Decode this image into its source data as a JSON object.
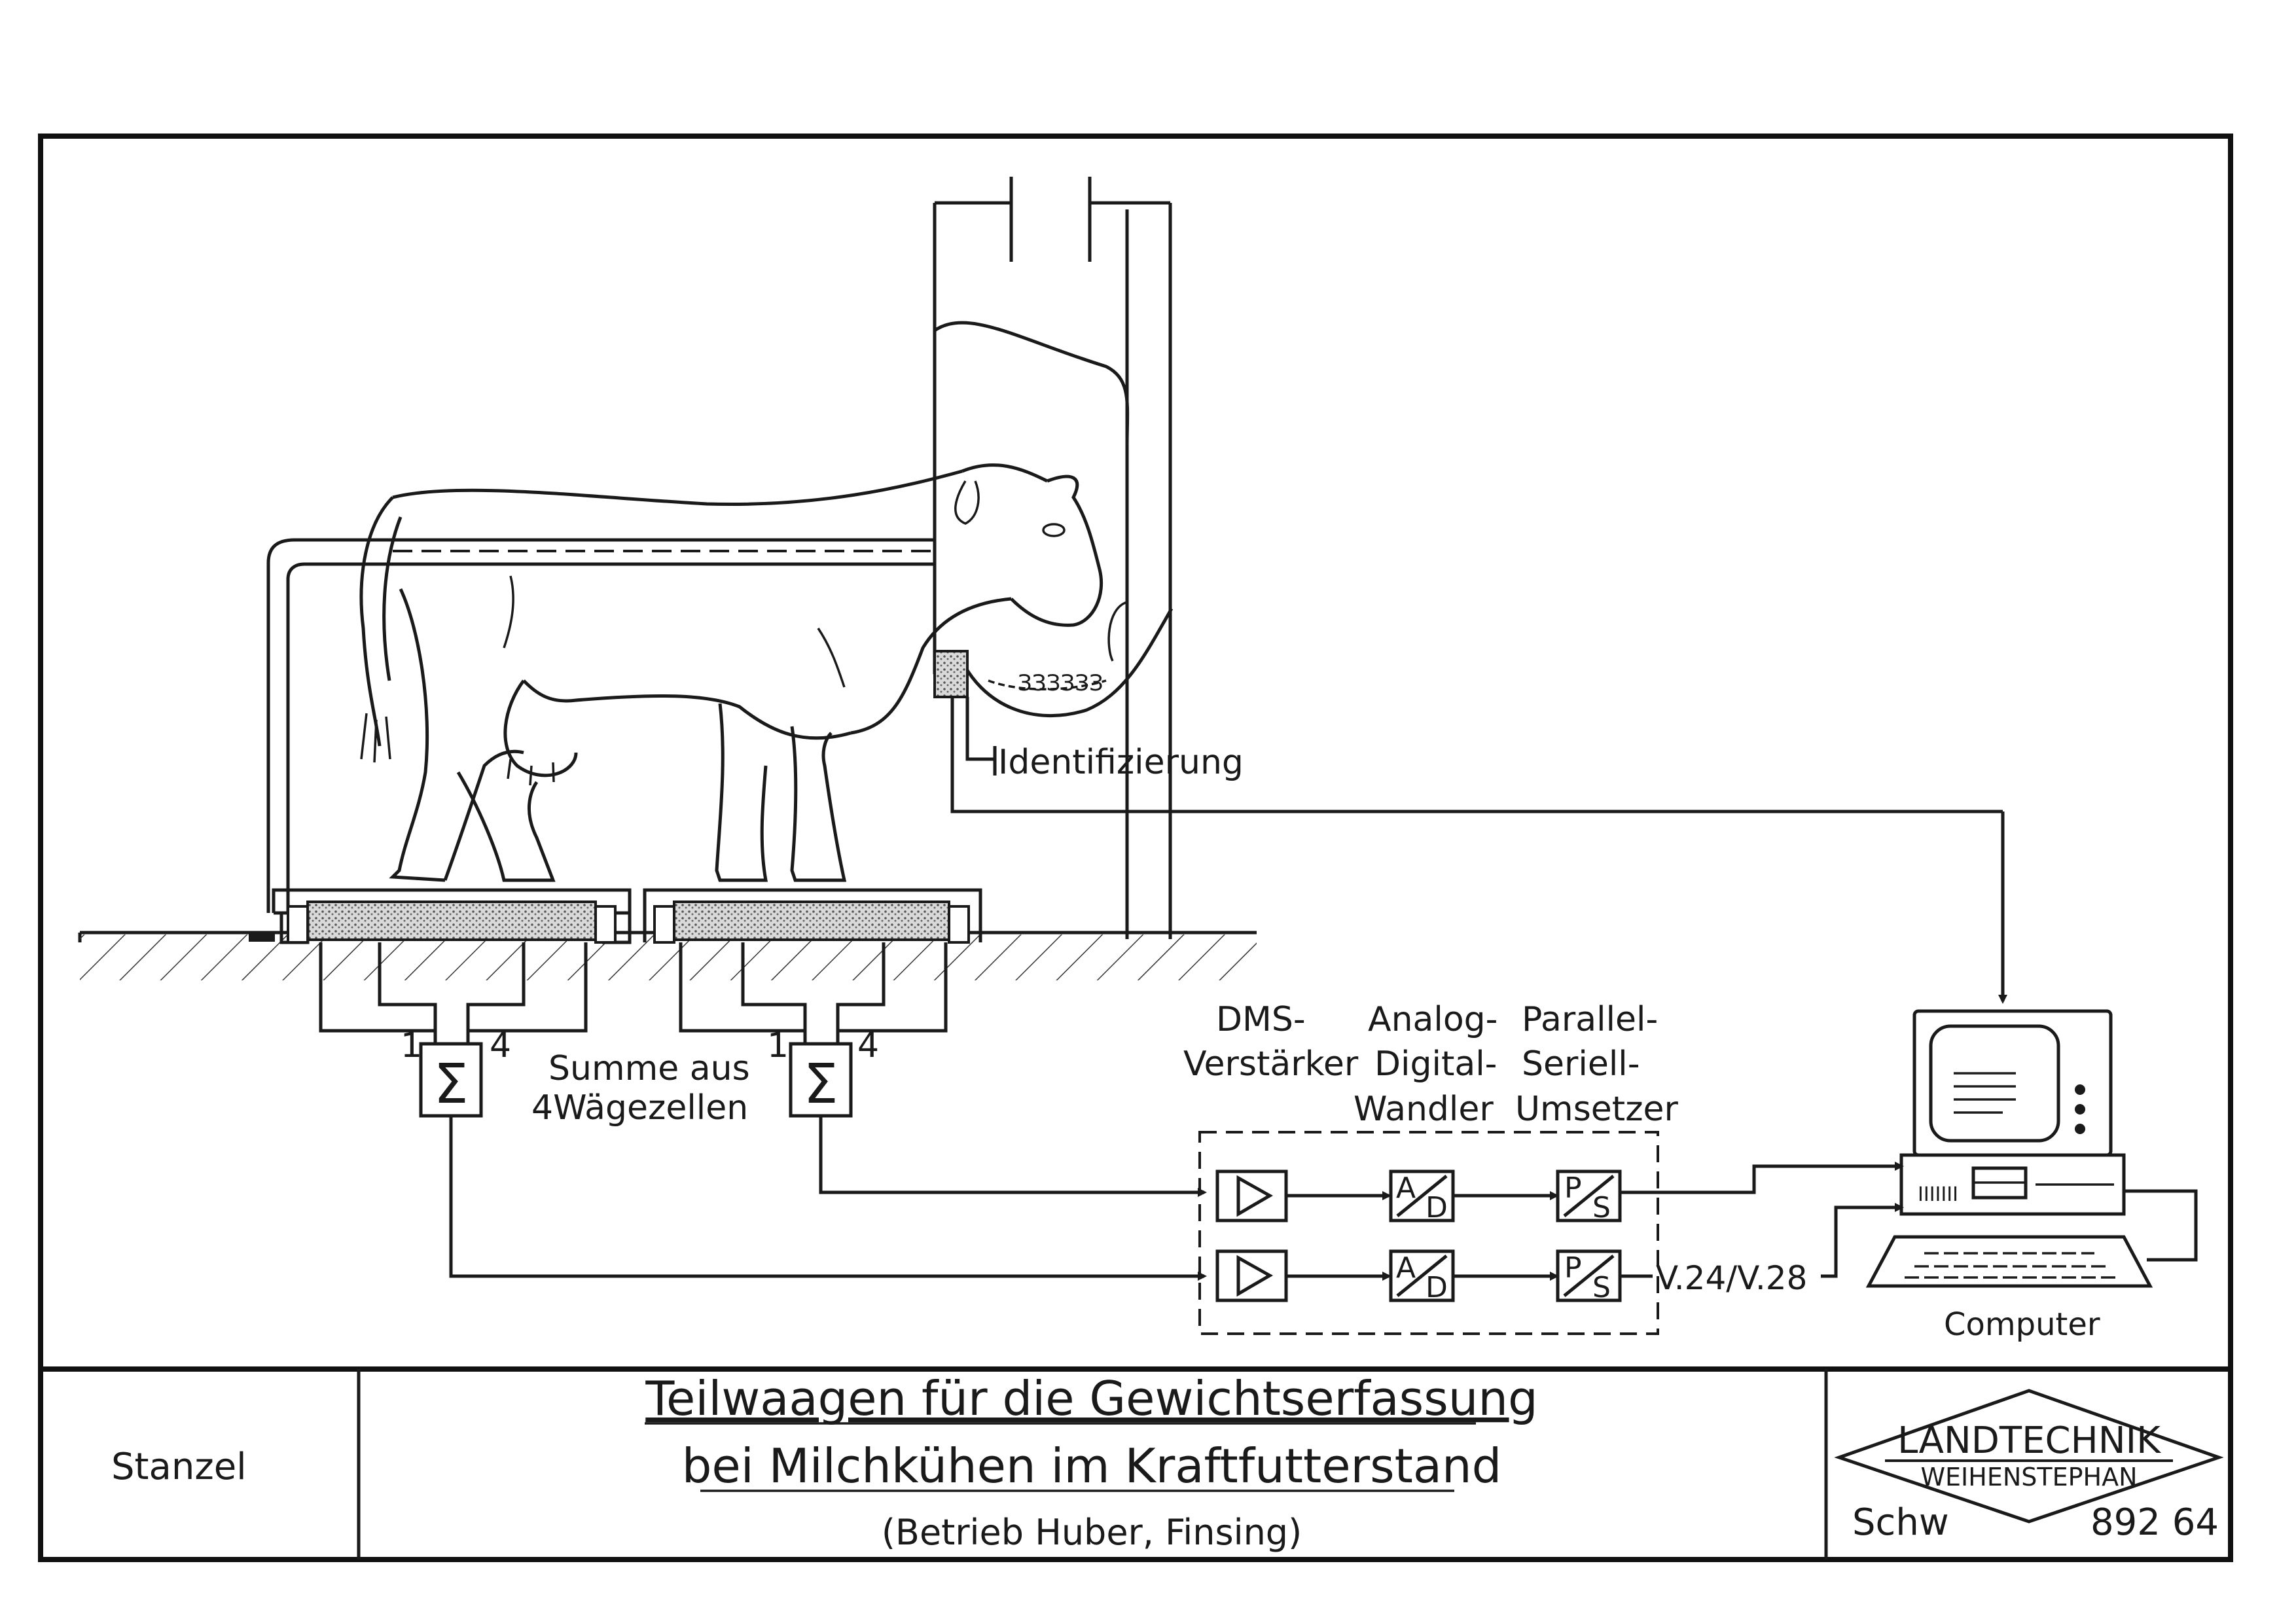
{
  "diagram": {
    "labels": {
      "identification": "Identifizierung",
      "sum_line1": "Summe aus",
      "sum_line2": "4Wägezellen",
      "cell_first": "1",
      "cell_last": "4",
      "sigma": "Σ",
      "col1_line1": "DMS-",
      "col1_line2": "Verstärker",
      "col2_line1": "Analog-",
      "col2_line2": "Digital-",
      "col2_line3": "Wandler",
      "col3_line1": "Parallel-",
      "col3_line2": "Seriell-",
      "col3_line3": "Umsetzer",
      "ad_top": "A",
      "ad_bottom": "D",
      "ps_top": "P",
      "ps_bottom": "S",
      "interface": "V.24/V.28",
      "computer": "Computer",
      "keyboard_keys": "IIIIIII"
    }
  },
  "title_block": {
    "author": "Stanzel",
    "title_line1": "Teilwaagen für die Gewichtserfassung",
    "title_line2": "bei Milchkühen im Kraftfutterstand",
    "subtitle": "(Betrieb Huber, Finsing)",
    "logo_line1": "LANDTECHNIK",
    "logo_line2": "WEIHENSTEPHAN",
    "code_prefix": "Schw",
    "code_number": "892 64"
  }
}
